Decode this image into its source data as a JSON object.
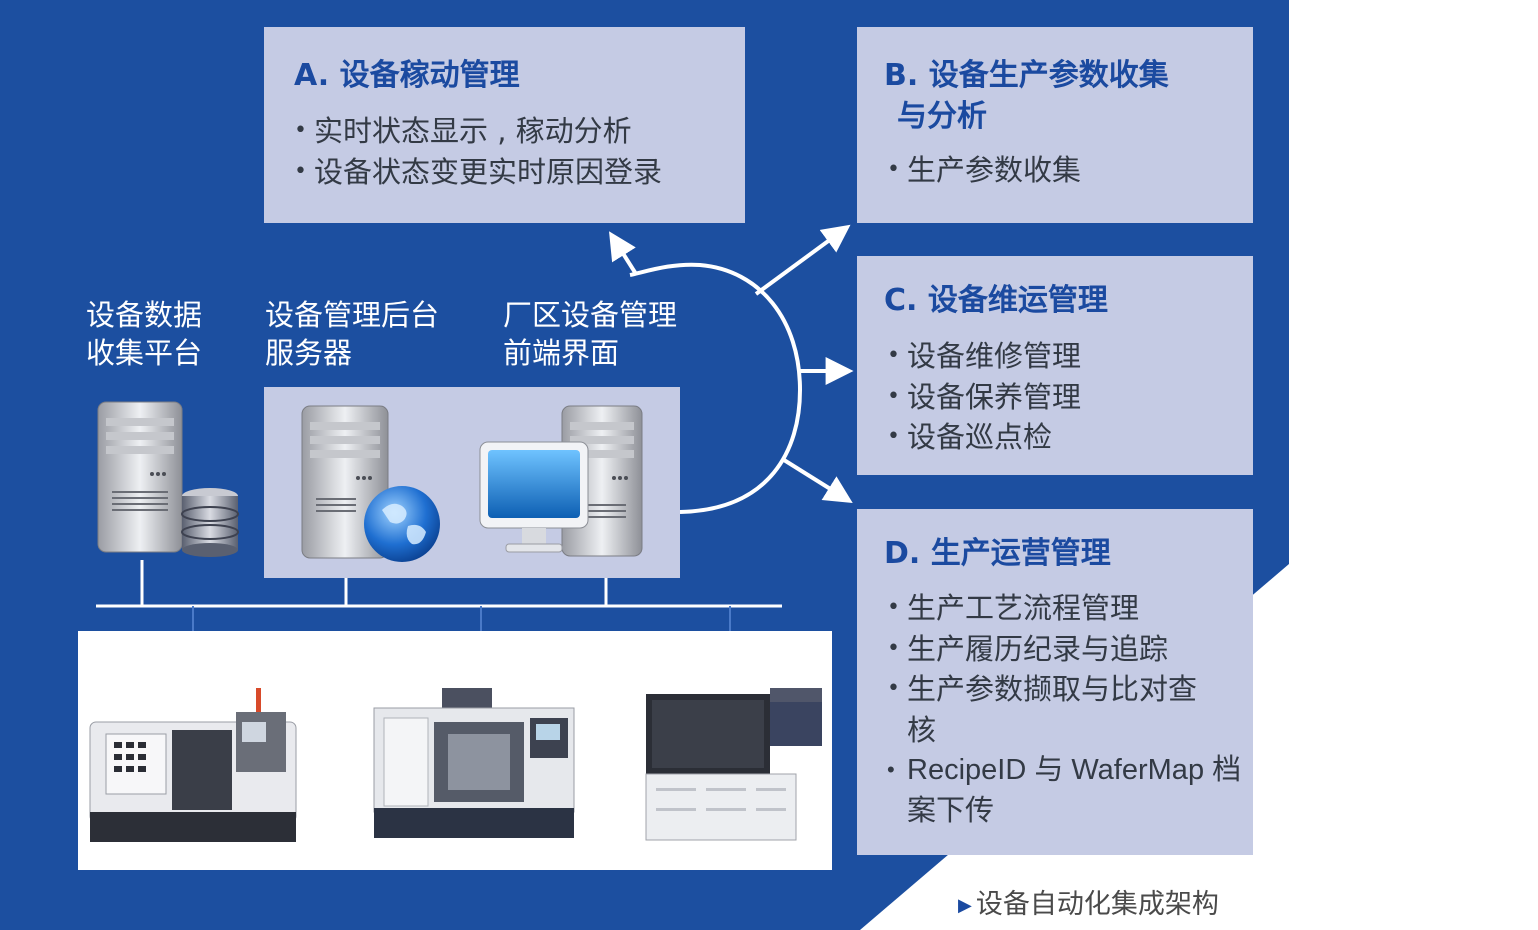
{
  "colors": {
    "background_blue": "#1c4fa0",
    "box_fill": "#c5cbe4",
    "title_blue": "#1b4aa0",
    "text_gray": "#333a45"
  },
  "box_a": {
    "title": "A. 设备稼动管理",
    "items": [
      "实时状态显示 , 稼动分析",
      "设备状态变更实时原因登录"
    ]
  },
  "box_b": {
    "title_line1": "B. 设备生产参数收集",
    "title_line2": "与分析",
    "items": [
      "生产参数收集"
    ]
  },
  "box_c": {
    "title": "C. 设备维运管理",
    "items": [
      "设备维修管理",
      "设备保养管理",
      "设备巡点检"
    ]
  },
  "box_d": {
    "title": "D. 生产运营管理",
    "items": [
      "生产工艺流程管理",
      "生产履历纪录与追踪",
      "生产参数撷取与比对查核",
      "RecipeID 与 WaferMap 档案下传"
    ]
  },
  "labels": {
    "data_platform_line1": "设备数据",
    "data_platform_line2": "收集平台",
    "backend_server_line1": "设备管理后台",
    "backend_server_line2": "服务器",
    "frontend_ui_line1": "厂区设备管理",
    "frontend_ui_line2": "前端界面"
  },
  "caption": "设备自动化集成架构",
  "icons": [
    "server-database-icon",
    "server-globe-icon",
    "monitor-server-icon",
    "cnc-lathe-icon",
    "machining-center-icon",
    "semiconductor-equipment-icon",
    "caption-triangle-icon"
  ]
}
